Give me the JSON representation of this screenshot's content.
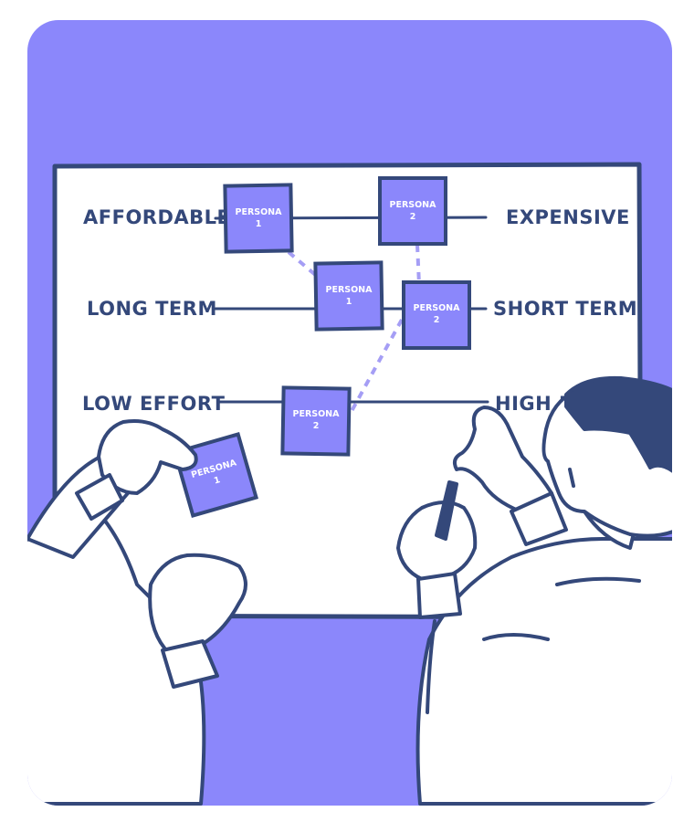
{
  "board": {
    "scales": [
      {
        "left": "AFFORDABLE",
        "right": "EXPENSIVE"
      },
      {
        "left": "LONG TERM",
        "right": "SHORT TERM"
      },
      {
        "left": "LOW EFFORT",
        "right": "HIGH EFFORT"
      }
    ],
    "notes": [
      {
        "line1": "PERSONA",
        "line2": "1"
      },
      {
        "line1": "PERSONA",
        "line2": "2"
      },
      {
        "line1": "PERSONA",
        "line2": "1"
      },
      {
        "line1": "PERSONA",
        "line2": "2"
      },
      {
        "line1": "PERSONA",
        "line2": "2"
      },
      {
        "line1": "PERSONA",
        "line2": "1"
      }
    ]
  },
  "colors": {
    "background": "#8b87fb",
    "ink": "#34487a",
    "note": "#8b87fb",
    "board": "#ffffff",
    "connector": "#a59ef5"
  }
}
